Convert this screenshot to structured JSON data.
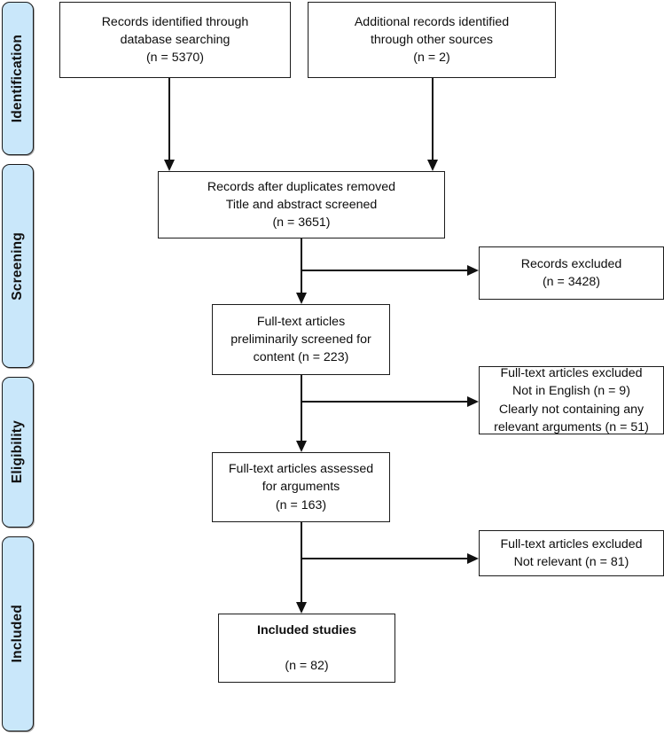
{
  "diagram": {
    "title": "PRISMA study selection flow diagram",
    "type": "flowchart",
    "colors": {
      "stage_fill": "#c9e7fa",
      "stage_border": "#1a1a1a",
      "box_fill": "#ffffff",
      "box_border": "#1b1b1b",
      "connector": "#111111",
      "text": "#0d0d0d"
    }
  },
  "stages": [
    {
      "id": "identification",
      "label": "Identification"
    },
    {
      "id": "screening",
      "label": "Screening"
    },
    {
      "id": "eligibility",
      "label": "Eligibility"
    },
    {
      "id": "included",
      "label": "Included"
    }
  ],
  "boxes": {
    "database_records": {
      "lines": "Records identified through\ndatabase searching\n(n = 5370)",
      "count": 5370
    },
    "other_records": {
      "lines": "Additional records identified\nthrough other sources\n(n = 2)",
      "count": 2
    },
    "after_duplicates": {
      "lines": "Records after duplicates removed\nTitle and abstract screened\n(n = 3651)",
      "count": 3651
    },
    "records_excluded": {
      "lines": "Records excluded\n(n = 3428)",
      "count": 3428
    },
    "fulltext_prelim": {
      "lines": "Full-text articles\npreliminarily screened for\ncontent (n = 223)",
      "count": 223
    },
    "fulltext_excluded_1": {
      "lines": "Full-text articles excluded\nNot in English (n = 9)\nClearly not containing any\nrelevant arguments (n = 51)",
      "not_in_english": 9,
      "not_relevant_arguments": 51
    },
    "fulltext_assessed": {
      "lines": "Full-text articles assessed\nfor arguments\n(n = 163)",
      "count": 163
    },
    "fulltext_excluded_2": {
      "lines": "Full-text articles excluded\nNot relevant (n = 81)",
      "count": 81
    },
    "included_studies": {
      "heading": "Included studies",
      "count_line": "(n = 82)",
      "count": 82
    }
  }
}
